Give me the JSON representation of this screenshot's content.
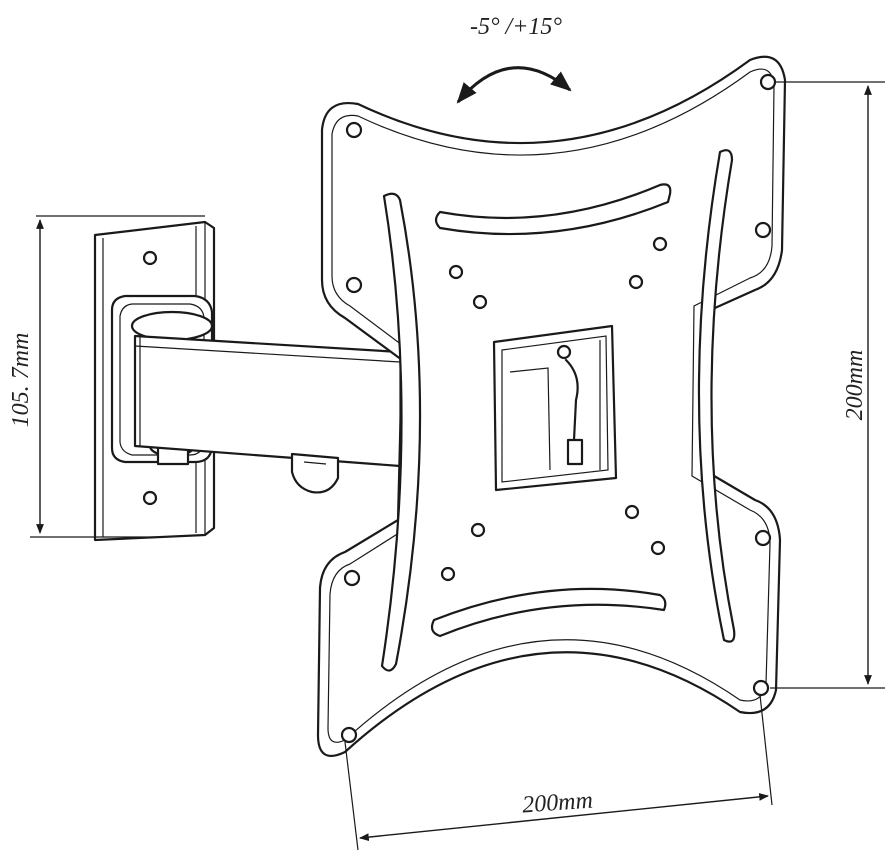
{
  "dimensions": {
    "tilt_range": "-5° /+15°",
    "wall_plate_height": "105. 7mm",
    "vesa_vertical": "200mm",
    "vesa_horizontal": "200mm"
  },
  "colors": {
    "line": "#1a1a1a",
    "background": "#ffffff"
  }
}
